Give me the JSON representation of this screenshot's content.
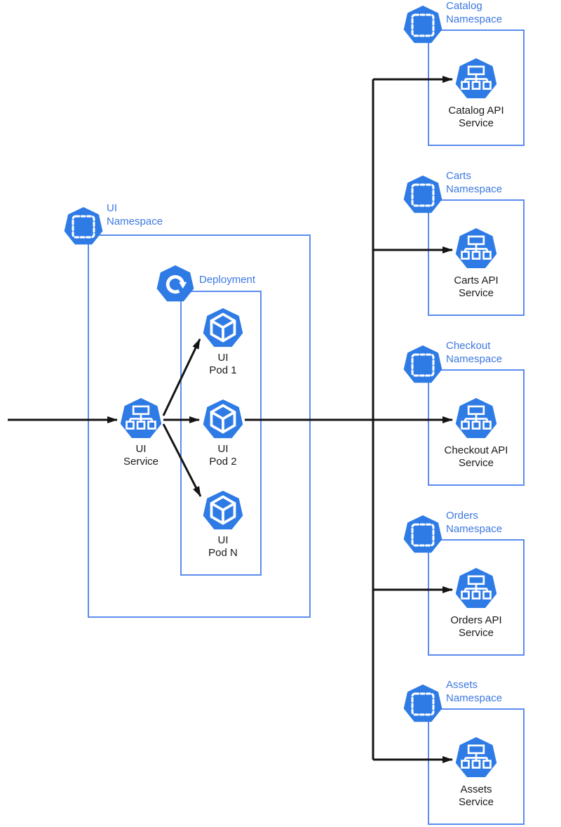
{
  "colors": {
    "icon_blue": "#2F7BE5",
    "box_border_blue": "#5B8CEF",
    "label_blue": "#3C78E2",
    "arrow_black": "#141414",
    "caption_black": "#1A1A1A",
    "background": "#FFFFFF"
  },
  "ui_namespace": {
    "label": "UI\nNamespace",
    "namespace_icon": "kubernetes-namespace-icon",
    "service": {
      "caption": "UI\nService",
      "icon": "kubernetes-service-icon"
    },
    "deployment": {
      "label": "Deployment",
      "icon": "kubernetes-deployment-icon",
      "pods": [
        {
          "caption": "UI\nPod 1",
          "icon": "kubernetes-pod-icon"
        },
        {
          "caption": "UI\nPod 2",
          "icon": "kubernetes-pod-icon"
        },
        {
          "caption": "UI\nPod N",
          "icon": "kubernetes-pod-icon"
        }
      ]
    }
  },
  "namespaces": [
    {
      "label": "Catalog\nNamespace",
      "service_caption": "Catalog API\nService",
      "icon": "kubernetes-namespace-icon",
      "service_icon": "kubernetes-service-icon"
    },
    {
      "label": "Carts\nNamespace",
      "service_caption": "Carts API\nService",
      "icon": "kubernetes-namespace-icon",
      "service_icon": "kubernetes-service-icon"
    },
    {
      "label": "Checkout\nNamespace",
      "service_caption": "Checkout API\nService",
      "icon": "kubernetes-namespace-icon",
      "service_icon": "kubernetes-service-icon"
    },
    {
      "label": "Orders\nNamespace",
      "service_caption": "Orders API\nService",
      "icon": "kubernetes-namespace-icon",
      "service_icon": "kubernetes-service-icon"
    },
    {
      "label": "Assets\nNamespace",
      "service_caption": "Assets\nService",
      "icon": "kubernetes-namespace-icon",
      "service_icon": "kubernetes-service-icon"
    }
  ]
}
